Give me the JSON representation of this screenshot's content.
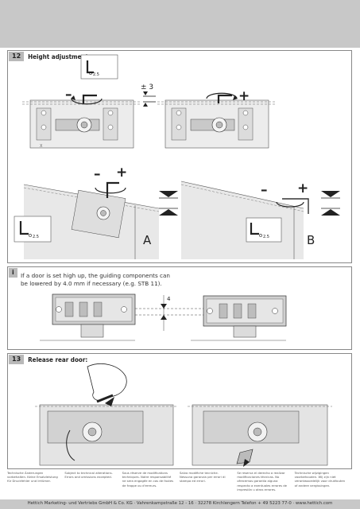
{
  "section12": {
    "number": "12",
    "title": "Height adjustment:",
    "hex_key": "2.5",
    "adjust_range": "± 3",
    "minus": "–",
    "plus": "+",
    "label_a": "A",
    "label_b": "B"
  },
  "info": {
    "marker": "i",
    "text": "If a door is set high up, the guiding components can be lowered by 4.0 mm if necessary (e.g. STB 11).",
    "dimension": "4"
  },
  "section13": {
    "number": "13",
    "title": "Release rear door:"
  },
  "disclaimers": [
    "Technische Änderungen vorbehalten. Keine Ersatzleistung für Druckfehler und Irrtümer.",
    "Subject to technical alterations. Errors and omissions excepted.",
    "Sous réserve de modifications techniques. Notre responsabilité ne sera engagée en cas de fautes de frappe ou d'erreurs.",
    "Salvo modifiche tecniche. Nessuna garanzia per errori di stampa ed errori.",
    "Se reserva el derecho a realizar modificaciones técnicas. No ofrecemos garantía alguna respecto a eventuales errores de impresión u otros errores.",
    "Technische wijzigingen voorbehouden. Wij zijn niet verantwoordelijk voor drukfouten of andere vergissingen."
  ],
  "footer": "Hettich Marketing- und Vertriebs GmbH & Co. KG · Vahrenkampstraße 12 - 16 · 32278 Kirchlengern Telefon + 49 5223 77-0 · www.hettich.com"
}
